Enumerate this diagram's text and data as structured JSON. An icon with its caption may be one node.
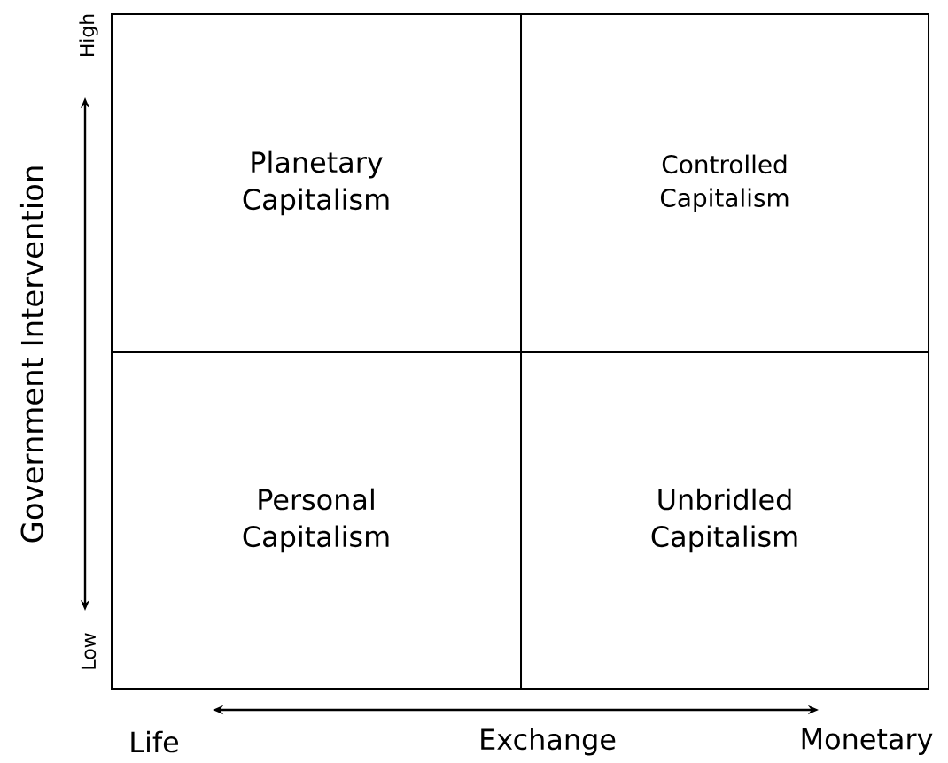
{
  "diagram": {
    "nodes": [
      {
        "text": [
          "Planetary Capitalism"
        ]
      },
      {
        "text": [
          "Controlled Capitalism"
        ]
      },
      {
        "text": [
          "Personal Capitalism"
        ]
      },
      {
        "text": [
          "Unbridled Capitalism"
        ]
      }
    ],
    "labels": [
      "High",
      "Government Intervention",
      "Low",
      "Life",
      "Exchange",
      "Monetary"
    ]
  }
}
